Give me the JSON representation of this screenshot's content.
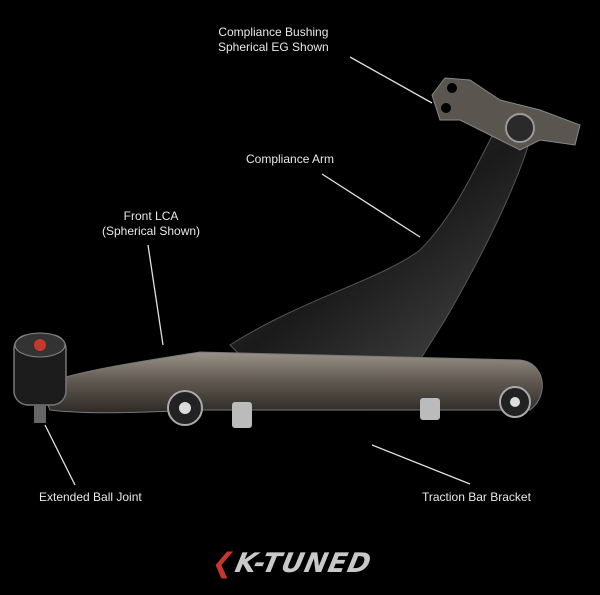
{
  "labels": {
    "compliance_bushing_line1": "Compliance Bushing",
    "compliance_bushing_line2": "Spherical EG Shown",
    "compliance_arm": "Compliance Arm",
    "front_lca_line1": "Front LCA",
    "front_lca_line2": "(Spherical Shown)",
    "extended_ball_joint": "Extended Ball Joint",
    "traction_bar_bracket": "Traction Bar Bracket"
  },
  "logo": {
    "mark": "K",
    "text": "K-TUNED"
  },
  "colors": {
    "background": "#000000",
    "text": "#e8e8e8",
    "brand_red": "#c8372d",
    "metal": "#6e665c"
  }
}
